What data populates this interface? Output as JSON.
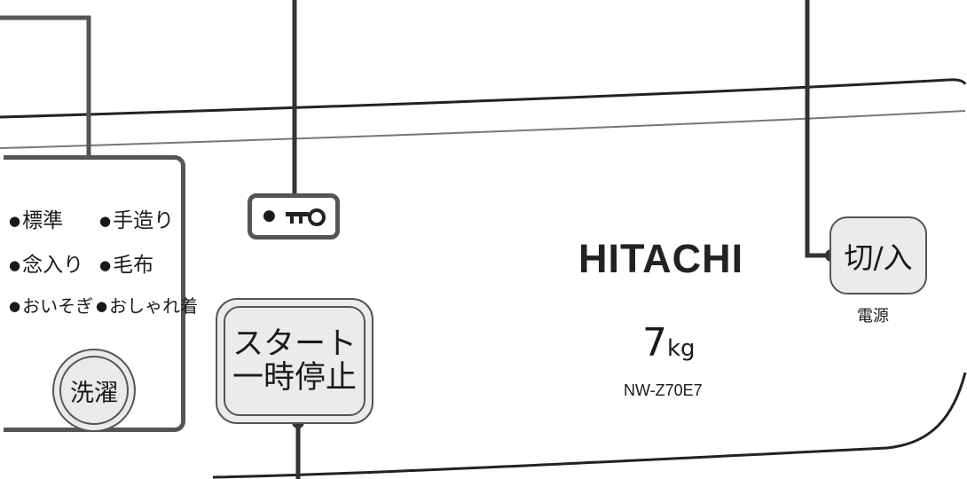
{
  "course": {
    "options": [
      "標準",
      "手造り",
      "念入り",
      "毛布",
      "おいそぎ",
      "おしゃれ着"
    ],
    "bullet": "●",
    "wash_button_label": "洗濯"
  },
  "lock": {
    "bullet": "●",
    "icon": "key-icon"
  },
  "start": {
    "line1": "スタート",
    "line2": "一時停止"
  },
  "brand": {
    "name": "HITACHI",
    "capacity_value": "7",
    "capacity_unit": "kg",
    "model": "NW-Z70E7"
  },
  "power": {
    "button_label": "切/入",
    "caption": "電源"
  }
}
